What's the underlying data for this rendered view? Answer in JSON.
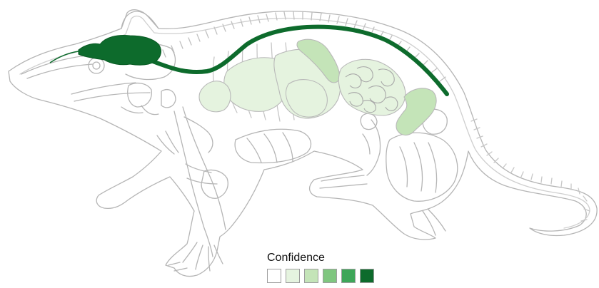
{
  "legend": {
    "title": "Confidence",
    "levels": [
      {
        "color": "#ffffff"
      },
      {
        "color": "#e5f3df"
      },
      {
        "color": "#c4e4b8"
      },
      {
        "color": "#7fc67f"
      },
      {
        "color": "#3ea659"
      },
      {
        "color": "#0d6b2c"
      }
    ]
  },
  "organs": [
    {
      "name": "brain",
      "level": 5
    },
    {
      "name": "spinal-cord",
      "level": 5
    },
    {
      "name": "lung",
      "level": 1
    },
    {
      "name": "heart",
      "level": 1
    },
    {
      "name": "liver",
      "level": 1
    },
    {
      "name": "stomach",
      "level": 1
    },
    {
      "name": "spleen",
      "level": 2
    },
    {
      "name": "intestine",
      "level": 1
    },
    {
      "name": "colon",
      "level": 2
    },
    {
      "name": "eye",
      "level": 0
    },
    {
      "name": "kidney",
      "level": 0
    }
  ]
}
